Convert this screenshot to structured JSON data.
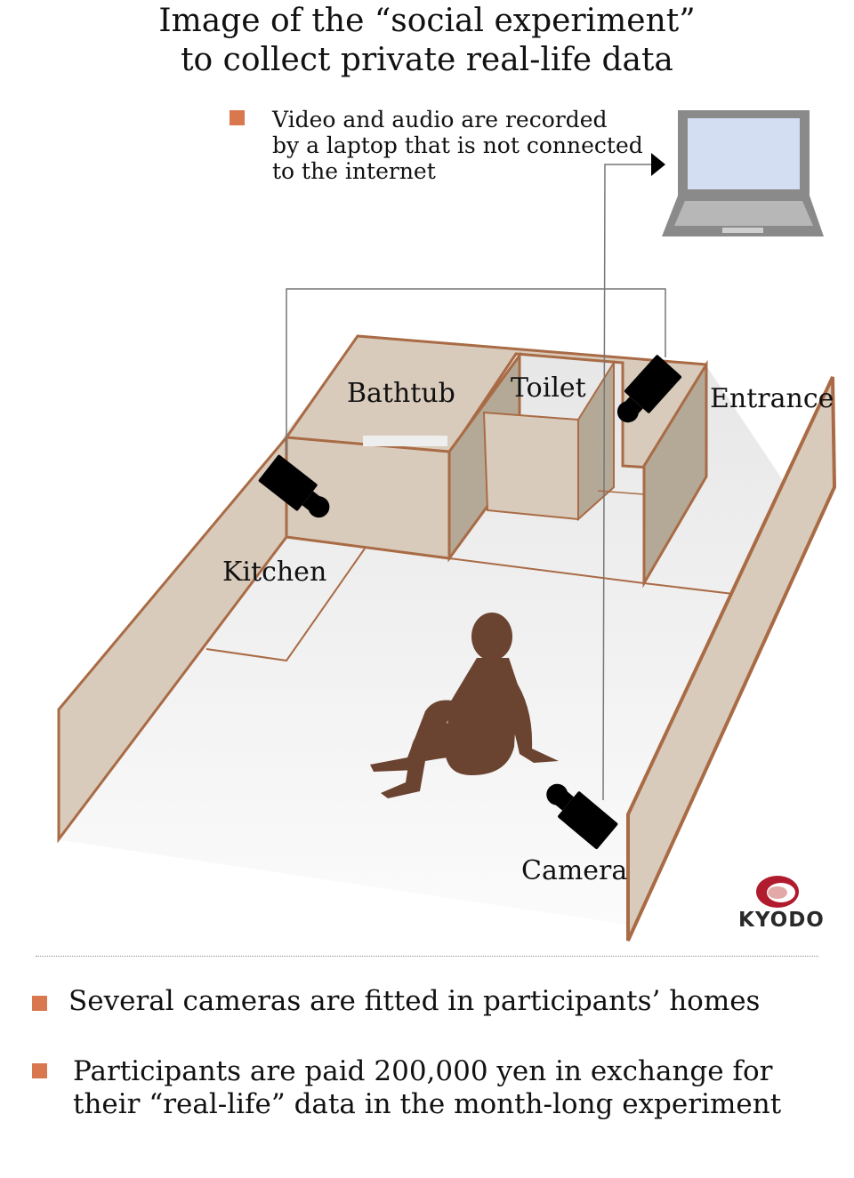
{
  "title": {
    "line1": "Image of the “social experiment”",
    "line2": "to collect private real-life data"
  },
  "recorder_note": {
    "line1": "Video and audio are recorded",
    "line2": "by a laptop that is not connected",
    "line3": "to the internet"
  },
  "rooms": {
    "bathtub": "Bathtub",
    "toilet": "Toilet",
    "entrance": "Entrance",
    "kitchen": "Kitchen",
    "camera": "Camera"
  },
  "logo": {
    "text": "KYODO",
    "icon": "kyodo-logo-icon"
  },
  "bullets": [
    {
      "line1": "Several cameras are fitted in participants’ homes"
    },
    {
      "line1": "Participants are paid 200,000 yen in exchange for",
      "line2": "their “real-life” data in the month-long experiment"
    }
  ],
  "colors": {
    "accent": "#d9774f",
    "wall": "#d9cbbb",
    "wall_dark": "#b4a997",
    "wall_edge": "#a96b45",
    "floor": "#ececec",
    "person": "#6b4331",
    "camera": "#000000",
    "laptop": "#8a8a8a",
    "laptop_screen": "#d3def2"
  }
}
